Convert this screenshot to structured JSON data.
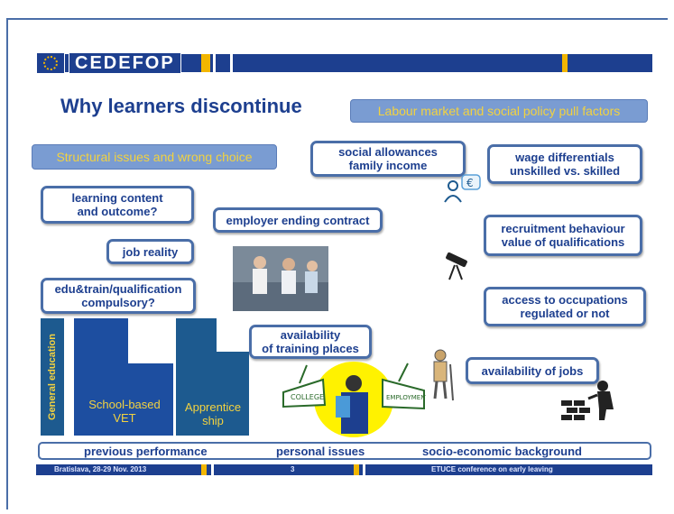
{
  "header": {
    "logo_text": "CEDEFOP",
    "title": "Why learners discontinue"
  },
  "pills": {
    "pull_factors": "Labour market and social policy pull factors",
    "structural": "Structural issues and wrong choice"
  },
  "boxes": {
    "social_allowances": [
      "social allowances",
      "family income"
    ],
    "wage_differentials": [
      "wage differentials",
      "unskilled vs. skilled"
    ],
    "learning_content": [
      "learning content",
      "and outcome?"
    ],
    "employer_ending": "employer ending contract",
    "recruitment": [
      "recruitment behaviour",
      "value of qualifications"
    ],
    "job_reality": "job reality",
    "edu_train": [
      "edu&train/qualification",
      "compulsory?"
    ],
    "access": [
      "access  to occupations",
      "regulated or not"
    ],
    "availability_training": [
      "availability",
      "of training places"
    ],
    "availability_jobs": "availability of jobs"
  },
  "blocks": {
    "general_education": "General  education",
    "school_based": [
      "School-based",
      "VET"
    ],
    "apprentice": [
      "Apprentice",
      "ship"
    ]
  },
  "bottom": {
    "previous_performance": "previous performance",
    "personal_issues": "personal issues",
    "socio_economic": "socio-economic background"
  },
  "footer": {
    "left": "Bratislava, 28-29 Nov. 2013",
    "page": "3",
    "right": "ETUCE  conference  on early leaving"
  },
  "colors": {
    "navy": "#1d3f8f",
    "yellow": "#f2b600",
    "pill": "#7a9cd2",
    "box_border": "#4a6ea8"
  },
  "icons": [
    "euro-person-icon",
    "telescope-icon",
    "workers-photo",
    "college-employment-sign-icon",
    "cleaner-icon",
    "bricklayer-icon"
  ]
}
